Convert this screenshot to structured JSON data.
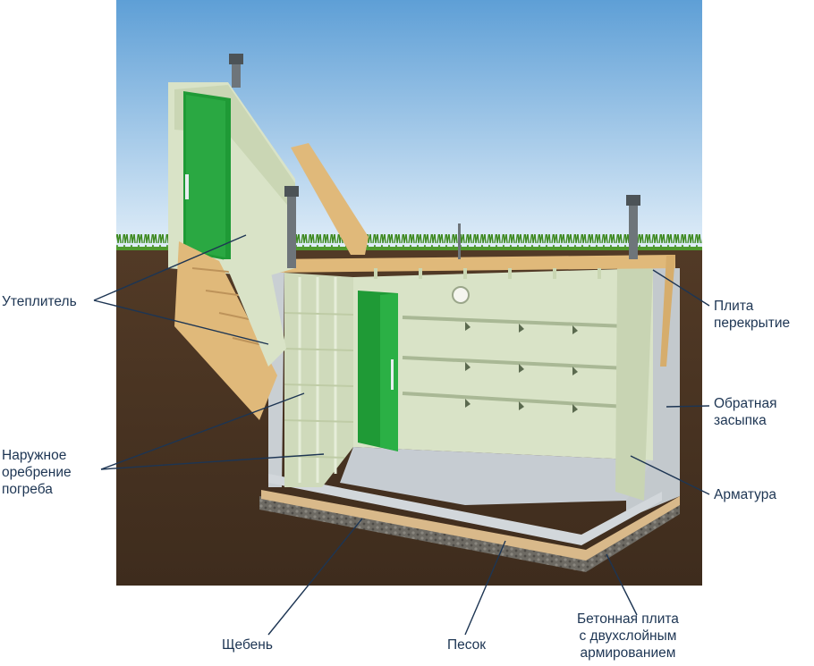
{
  "labels": {
    "insulation": "Утеплитель",
    "outer_ribbing": [
      "Наружное",
      "оребрение",
      "погреба"
    ],
    "slab_ceiling": [
      "Плита",
      "перекрытие"
    ],
    "backfill": [
      "Обратная",
      "засыпка"
    ],
    "rebar": "Арматура",
    "gravel": "Щебень",
    "sand": "Песок",
    "concrete_slab": [
      "Бетонная плита",
      "с двухслойным",
      "армированием"
    ]
  },
  "colors": {
    "sky_top": "#5e9fd6",
    "sky_bottom": "#e6f1fa",
    "grass": "#4f9a2e",
    "soil": "#4a3422",
    "wall": "#d9e3c7",
    "wall_shade": "#b9c8a3",
    "door": "#1f9a36",
    "wood": "#e0b97a",
    "concrete": "#d2d7db",
    "label_text": "#1d3553"
  }
}
